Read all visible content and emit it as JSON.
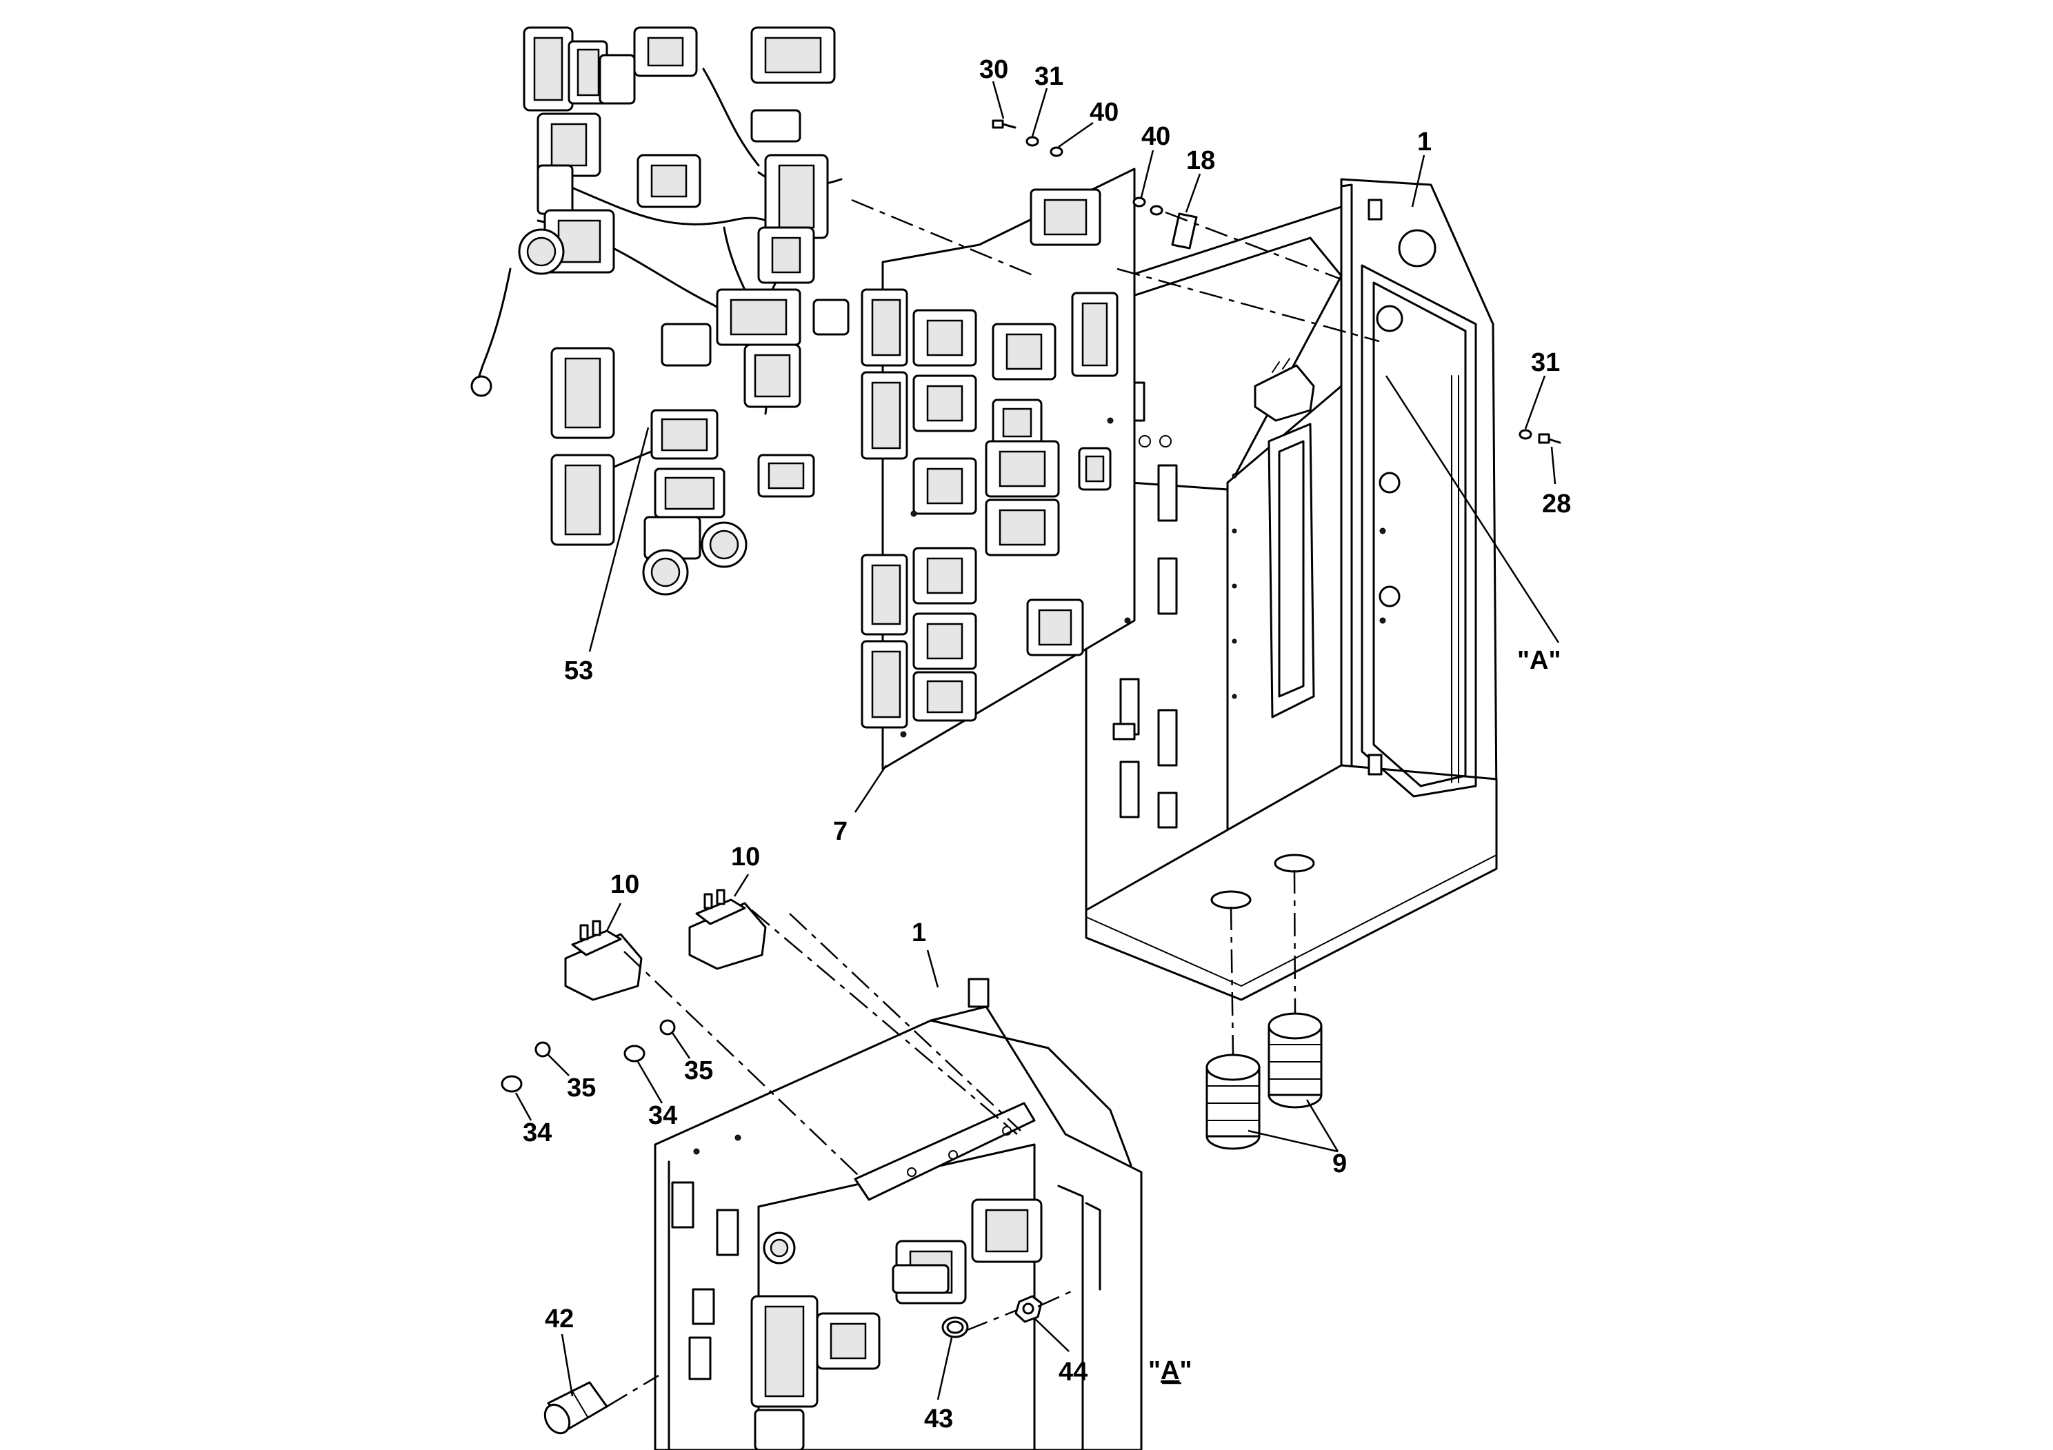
{
  "callouts": {
    "c30": "30",
    "c31_top": "31",
    "c40_a": "40",
    "c40_b": "40",
    "c18": "18",
    "c1_top": "1",
    "c31_right": "31",
    "c28": "28",
    "cA_ref": "\"A\"",
    "c53": "53",
    "c7": "7",
    "c10_left": "10",
    "c10_right": "10",
    "c1_bottom": "1",
    "c35_left": "35",
    "c35_right": "35",
    "c34_left": "34",
    "c34_right": "34",
    "c9": "9",
    "c42": "42",
    "c43": "43",
    "c44": "44"
  },
  "detail_label": {
    "open_quote": "\"",
    "letter": "A",
    "close_quote": "\""
  }
}
